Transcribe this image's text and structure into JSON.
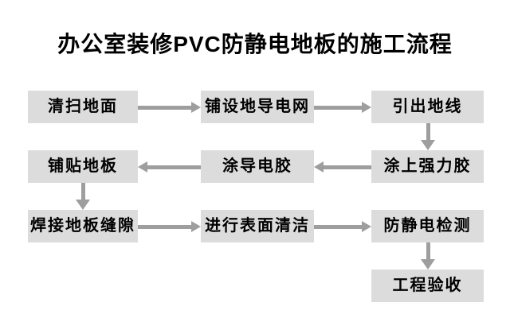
{
  "title": "办公室装修PVC防静电地板的施工流程",
  "diagram": {
    "type": "flowchart",
    "nodes": [
      {
        "label": "清扫地面"
      },
      {
        "label": "铺设地导电网"
      },
      {
        "label": "引出地线"
      },
      {
        "label": "铺贴地板"
      },
      {
        "label": "涂导电胶"
      },
      {
        "label": "涂上强力胶"
      },
      {
        "label": "焊接地板缝隙"
      },
      {
        "label": "进行表面清洁"
      },
      {
        "label": "防静电检测"
      },
      {
        "label": "工程验收"
      }
    ],
    "edges": [
      {
        "from": "清扫地面",
        "to": "铺设地导电网",
        "direction": "right"
      },
      {
        "from": "铺设地导电网",
        "to": "引出地线",
        "direction": "right"
      },
      {
        "from": "引出地线",
        "to": "涂上强力胶",
        "direction": "down"
      },
      {
        "from": "涂上强力胶",
        "to": "涂导电胶",
        "direction": "left"
      },
      {
        "from": "涂导电胶",
        "to": "铺贴地板",
        "direction": "left"
      },
      {
        "from": "铺贴地板",
        "to": "焊接地板缝隙",
        "direction": "down"
      },
      {
        "from": "焊接地板缝隙",
        "to": "进行表面清洁",
        "direction": "right"
      },
      {
        "from": "进行表面清洁",
        "to": "防静电检测",
        "direction": "right"
      },
      {
        "from": "防静电检测",
        "to": "工程验收",
        "direction": "down"
      }
    ],
    "colors": {
      "background": "#ffffff",
      "node_bg": "#dcdcdc",
      "arrow": "#9e9e9e",
      "text": "#000000"
    }
  }
}
